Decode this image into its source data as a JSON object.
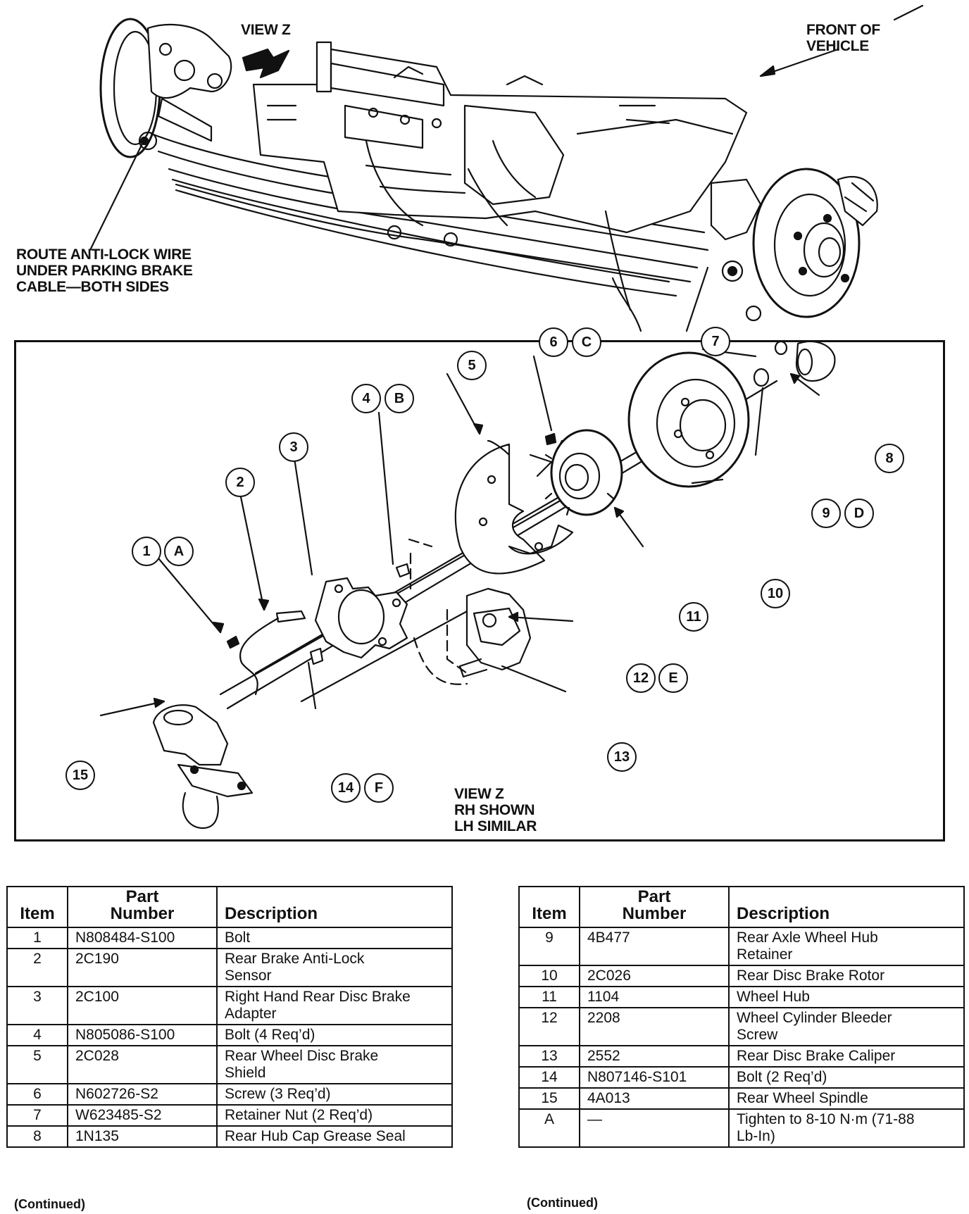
{
  "top_labels": {
    "view_z": "VIEW Z",
    "front_of_vehicle": [
      "FRONT OF",
      "VEHICLE"
    ],
    "route_note": [
      "ROUTE ANTI-LOCK WIRE",
      "UNDER PARKING BRAKE",
      "CABLE—BOTH SIDES"
    ]
  },
  "view_caption": [
    "VIEW Z",
    "RH SHOWN",
    "LH SIMILAR"
  ],
  "callouts": [
    "1",
    "A",
    "2",
    "3",
    "4",
    "B",
    "5",
    "6",
    "C",
    "7",
    "8",
    "9",
    "D",
    "10",
    "11",
    "12",
    "E",
    "13",
    "14",
    "F",
    "15"
  ],
  "table_headers": {
    "item": "Item",
    "part_number": [
      "Part",
      "Number"
    ],
    "description": "Description"
  },
  "table_left": [
    {
      "item": "1",
      "part": "N808484-S100",
      "desc": [
        "Bolt"
      ]
    },
    {
      "item": "2",
      "part": "2C190",
      "desc": [
        "Rear Brake Anti-Lock",
        "Sensor"
      ]
    },
    {
      "item": "3",
      "part": "2C100",
      "desc": [
        "Right Hand Rear Disc Brake",
        "Adapter"
      ]
    },
    {
      "item": "4",
      "part": "N805086-S100",
      "desc": [
        "Bolt (4 Req’d)"
      ]
    },
    {
      "item": "5",
      "part": "2C028",
      "desc": [
        "Rear Wheel Disc Brake",
        "Shield"
      ]
    },
    {
      "item": "6",
      "part": "N602726-S2",
      "desc": [
        "Screw (3 Req’d)"
      ]
    },
    {
      "item": "7",
      "part": "W623485-S2",
      "desc": [
        "Retainer Nut (2 Req’d)"
      ]
    },
    {
      "item": "8",
      "part": "1N135",
      "desc": [
        "Rear Hub Cap Grease Seal"
      ]
    }
  ],
  "table_right": [
    {
      "item": "9",
      "part": "4B477",
      "desc": [
        "Rear Axle Wheel Hub",
        "Retainer"
      ]
    },
    {
      "item": "10",
      "part": "2C026",
      "desc": [
        "Rear Disc Brake Rotor"
      ]
    },
    {
      "item": "11",
      "part": "1104",
      "desc": [
        "Wheel Hub"
      ]
    },
    {
      "item": "12",
      "part": "2208",
      "desc": [
        "Wheel Cylinder Bleeder",
        "Screw"
      ]
    },
    {
      "item": "13",
      "part": "2552",
      "desc": [
        "Rear Disc Brake Caliper"
      ]
    },
    {
      "item": "14",
      "part": "N807146-S101",
      "desc": [
        "Bolt (2 Req’d)"
      ]
    },
    {
      "item": "15",
      "part": "4A013",
      "desc": [
        "Rear Wheel Spindle"
      ]
    },
    {
      "item": "A",
      "part": "—",
      "desc": [
        "Tighten to 8-10 N·m (71-88",
        "Lb-In)"
      ]
    }
  ],
  "continued": "(Continued)"
}
